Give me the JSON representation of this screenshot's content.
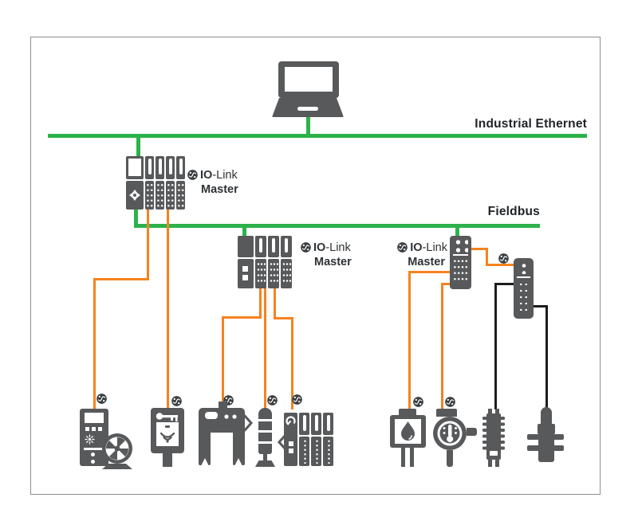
{
  "colors": {
    "bus_green": "#2db24b",
    "cable_orange": "#f6821f",
    "cable_black": "#1c1c1c",
    "device_gray": "#58595b",
    "text_black": "#1f2326"
  },
  "buses": {
    "industrial_ethernet": {
      "label": "Industrial Ethernet"
    },
    "fieldbus": {
      "label": "Fieldbus"
    }
  },
  "masters": [
    {
      "id": "io-link-master-1",
      "logo_icon": "io-link-logo-icon",
      "label_io": "IO",
      "label_link": "-Link",
      "label_master": "Master"
    },
    {
      "id": "io-link-master-2",
      "logo_icon": "io-link-logo-icon",
      "label_io": "IO",
      "label_link": "-Link",
      "label_master": "Master"
    },
    {
      "id": "io-link-master-3",
      "logo_icon": "io-link-logo-icon",
      "label_io": "IO",
      "label_link": "-Link",
      "label_master": "Master"
    }
  ],
  "workstation": {
    "icon": "laptop-icon"
  },
  "hub": {
    "icon": "io-link-port-hub-icon",
    "badge": "io-link-logo-icon",
    "cable": "orange"
  },
  "devices": [
    {
      "icon": "variable-speed-drive-with-fan-icon",
      "cable": "orange",
      "badge": "io-link-logo-icon"
    },
    {
      "icon": "rfid-read-write-head-icon",
      "cable": "orange",
      "badge": "io-link-logo-icon"
    },
    {
      "icon": "gripper-icon",
      "cable": "orange",
      "badge": "io-link-logo-icon"
    },
    {
      "icon": "signal-tower-icon",
      "cable": "orange",
      "badge": "io-link-logo-icon"
    },
    {
      "icon": "modular-io-rack-icon",
      "cable": "orange",
      "badge": "io-link-logo-icon"
    },
    {
      "icon": "liquid-level-sensor-icon",
      "cable": "orange",
      "badge": "io-link-logo-icon"
    },
    {
      "icon": "temperature-sensor-icon",
      "cable": "orange",
      "badge": "io-link-logo-icon"
    },
    {
      "icon": "threaded-connector-device-icon",
      "cable": "black"
    },
    {
      "icon": "cable-connector-device-icon",
      "cable": "black"
    }
  ]
}
